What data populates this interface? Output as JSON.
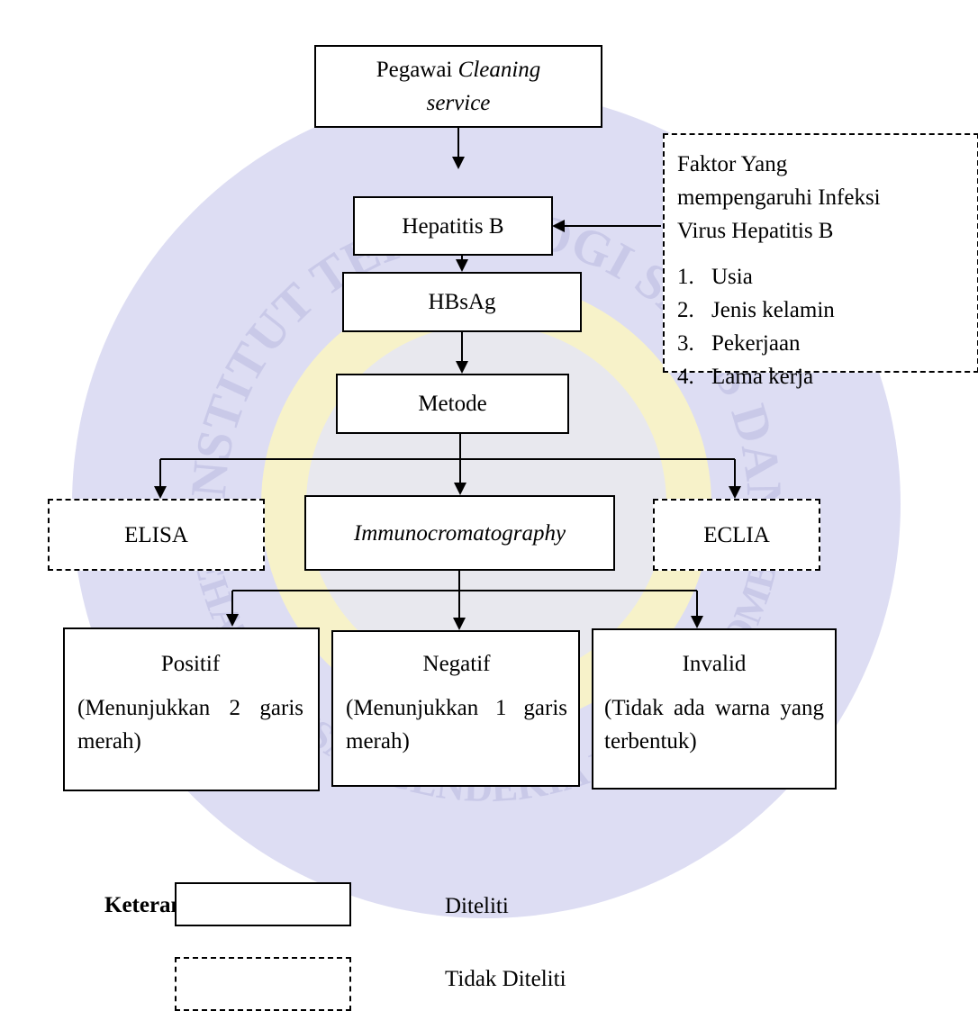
{
  "nodes": {
    "pegawai": {
      "line1_text": "Pegawai ",
      "line1_italic": "Cleaning",
      "line2_italic": "service"
    },
    "hepatitis": "Hepatitis B",
    "hbsag": "HBsAg",
    "metode": "Metode",
    "elisa": "ELISA",
    "immuno": "Immunocromatography",
    "eclia": "ECLIA"
  },
  "factors": {
    "title_lines": [
      "Faktor Yang",
      "mempengaruhi Infeksi",
      "Virus Hepatitis B"
    ],
    "items": [
      {
        "num": "1.",
        "label": "Usia"
      },
      {
        "num": "2.",
        "label": "Jenis kelamin"
      },
      {
        "num": "3.",
        "label": "Pekerjaan"
      },
      {
        "num": "4.",
        "label": "Lama kerja"
      }
    ]
  },
  "results": [
    {
      "title": "Positif",
      "desc": "(Menunjukkan 2 garis merah)"
    },
    {
      "title": "Negatif",
      "desc": "(Menunjukkan 1 garis merah)"
    },
    {
      "title": "Invalid",
      "desc": "(Tidak ada warna yang terbentuk)"
    }
  ],
  "legend": {
    "heading": "Keterangan:",
    "solid_label": "Diteliti",
    "dashed_label": "Tidak Diteliti"
  },
  "watermark": {
    "arc_top": "INSTITUT TEKNOLOGI SAINS DAN",
    "arc_bottom": "KESEHATAN INSAN CENDEKIA MEDIKA JOMBANG",
    "colors": {
      "outer": "#d9d9f2",
      "inner": "#f7f2c9",
      "center": "#e8e8ee"
    }
  }
}
